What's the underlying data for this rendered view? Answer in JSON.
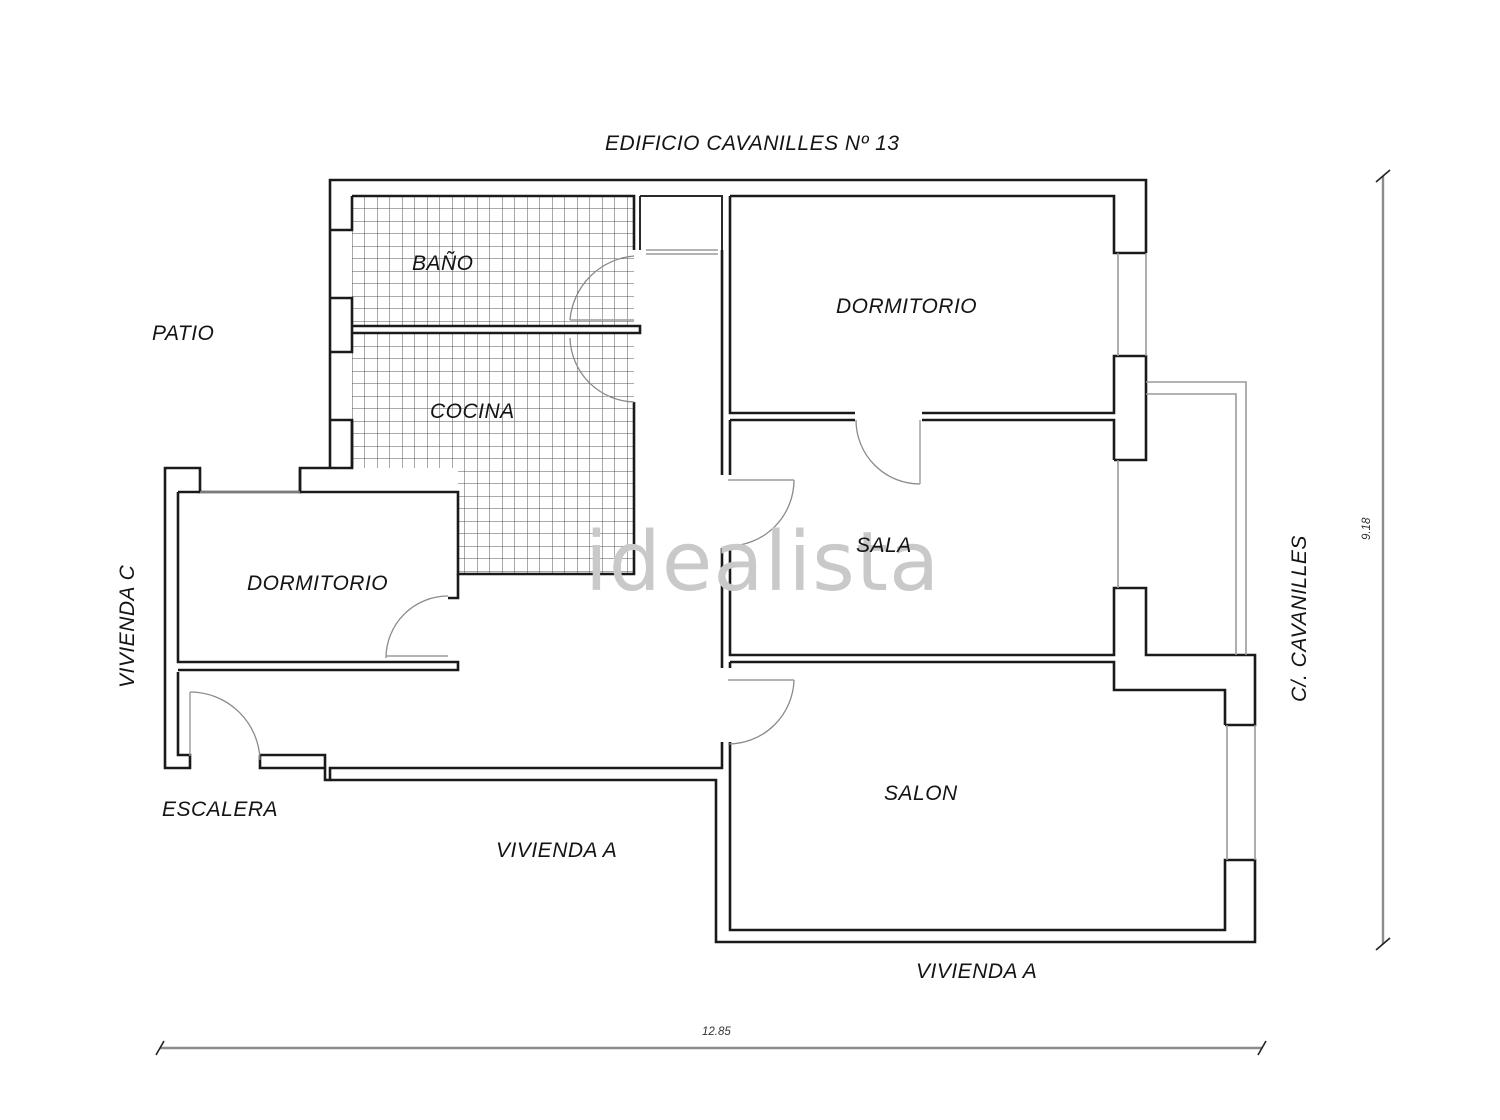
{
  "title": "EDIFICIO CAVANILLES Nº 13",
  "watermark": "idealista",
  "rooms": [
    {
      "id": "bano",
      "label": "BAÑO",
      "tiled": true
    },
    {
      "id": "cocina",
      "label": "COCINA",
      "tiled": true
    },
    {
      "id": "dormitorio-1",
      "label": "DORMITORIO",
      "tiled": false
    },
    {
      "id": "dormitorio-2",
      "label": "DORMITORIO",
      "tiled": false
    },
    {
      "id": "sala",
      "label": "SALA",
      "tiled": false
    },
    {
      "id": "salon",
      "label": "SALON",
      "tiled": false
    }
  ],
  "surroundings": {
    "patio": "PATIO",
    "vivienda_c": "VIVIENDA C",
    "escalera": "ESCALERA",
    "vivienda_a_1": "VIVIENDA A",
    "vivienda_a_2": "VIVIENDA A",
    "street": "C/. CAVANILLES"
  },
  "dimensions": {
    "width": "12.85",
    "height": "9.18"
  },
  "colors": {
    "wall": "#1a1a1a",
    "window": "#9a9a9a",
    "tile_grid": "#555555",
    "watermark": "#c9c9c9",
    "background": "#ffffff"
  }
}
